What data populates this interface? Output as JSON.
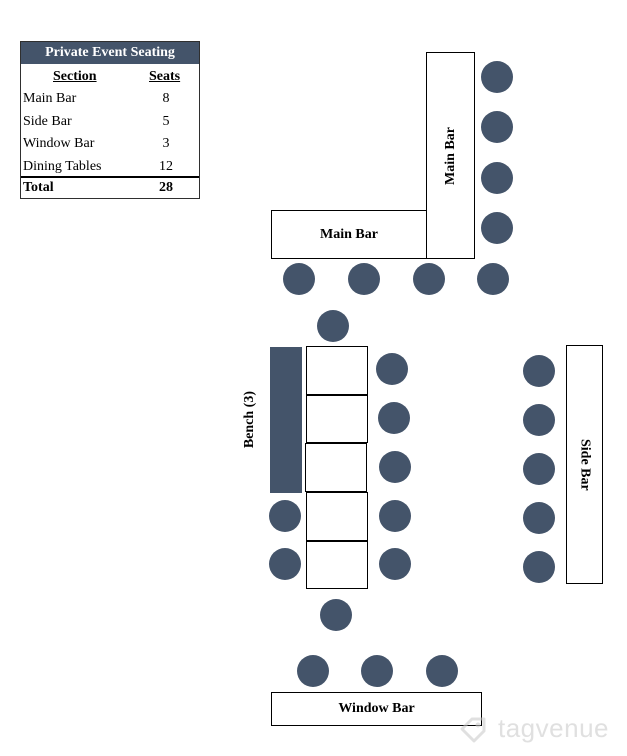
{
  "legend": {
    "title": "Private Event Seating",
    "header_section": "Section",
    "header_seats": "Seats",
    "rows": [
      {
        "section": "Main Bar",
        "seats": "8"
      },
      {
        "section": "Side Bar",
        "seats": "5"
      },
      {
        "section": "Window Bar",
        "seats": "3"
      },
      {
        "section": "Dining Tables",
        "seats": "12"
      }
    ],
    "total_label": "Total",
    "total_value": "28"
  },
  "labels": {
    "main_bar_horizontal": "Main Bar",
    "main_bar_vertical": "Main Bar",
    "side_bar": "Side Bar",
    "window_bar": "Window Bar",
    "bench": "Bench (3)"
  },
  "colors": {
    "seat": "#44546a",
    "header": "#44546a",
    "bench": "#44546a",
    "watermark": "#c8c8c8"
  },
  "watermark": {
    "text": "tagvenue",
    "icon": "tagvenue-logo-icon"
  }
}
